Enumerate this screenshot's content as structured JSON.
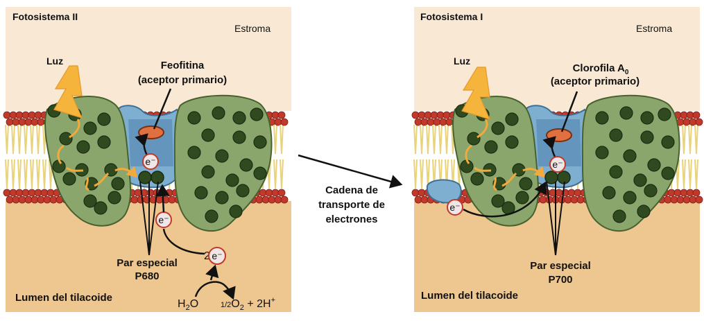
{
  "left_panel": {
    "title": "Fotosistema II",
    "stroma": "Estroma",
    "light": "Luz",
    "acceptor_name": "Feofitina",
    "acceptor_role": "(aceptor primario)",
    "electron": "e⁻",
    "water_electrons_coef": "2",
    "special_pair_label": "Par especial",
    "special_pair_id": "P680",
    "lumen": "Lumen del tilacoide",
    "water_h": "H",
    "water_sub": "2",
    "water_o": "O",
    "products_half": "1/2",
    "products_o": "O",
    "products_o_sub": "2",
    "products_rest": " + 2H",
    "products_sup": "+"
  },
  "middle": {
    "line1": "Cadena de",
    "line2": "transporte de",
    "line3": "electrones"
  },
  "right_panel": {
    "title": "Fotosistema I",
    "stroma": "Estroma",
    "light": "Luz",
    "acceptor_name": "Clorofila A",
    "acceptor_sub": "0",
    "acceptor_role": "(aceptor primario)",
    "electron": "e⁻",
    "special_pair_label": "Par especial",
    "special_pair_id": "P700",
    "lumen": "Lumen del tilacoide"
  },
  "colors": {
    "stroma_bg": "#f8e8d4",
    "lumen_bg": "#eec68f",
    "protein_green": "#8aa66c",
    "protein_dark": "#47612e",
    "pigment": "#2f4a1f",
    "core_blue": "#7eaed0",
    "acceptor_orange": "#e07040",
    "lipid_head": "#c0392b",
    "lipid_tail": "#e8d27a",
    "light_bolt": "#f5b43c",
    "arrow_orange": "#f4a93a"
  }
}
